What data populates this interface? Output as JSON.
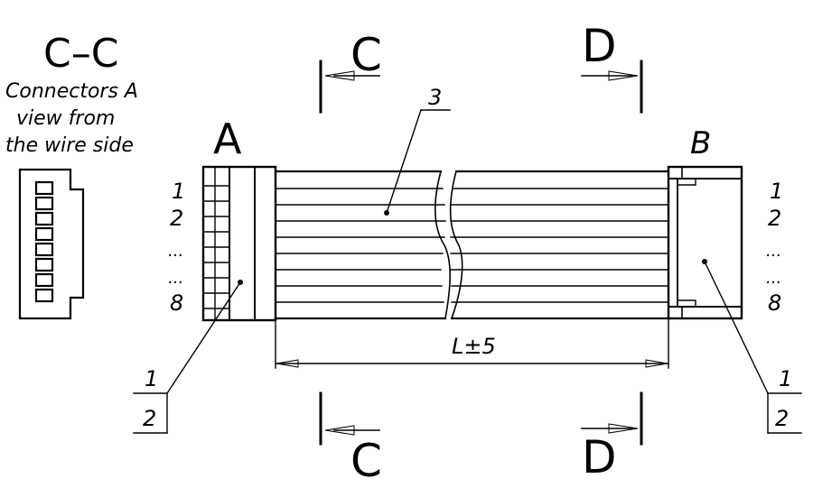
{
  "section_title": "C–C",
  "section_caption": [
    "Connectors A",
    "view from",
    "the wire side"
  ],
  "connector_a": {
    "label": "A",
    "pins": [
      "1",
      "2",
      "...",
      "...",
      "8"
    ]
  },
  "connector_b": {
    "label": "B",
    "pins": [
      "1",
      "2",
      "...",
      "...",
      "8"
    ]
  },
  "cable_callout": "3",
  "dimension": "L±5",
  "callout_a": {
    "top": "1",
    "bottom": "2"
  },
  "callout_b": {
    "top": "1",
    "bottom": "2"
  },
  "cut_marks": {
    "left": "C",
    "right": "D"
  }
}
